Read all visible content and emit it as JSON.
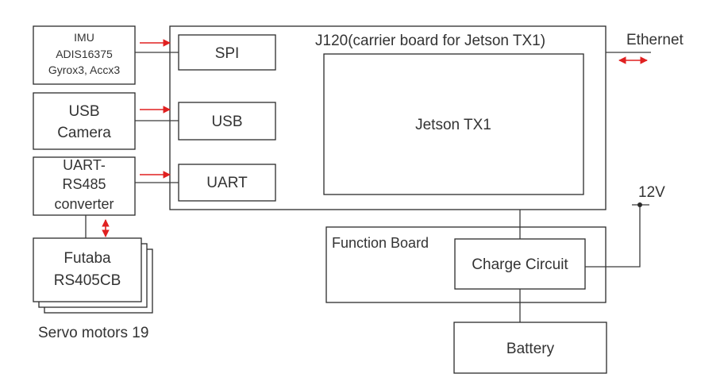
{
  "diagram": {
    "imu": {
      "line1": "IMU",
      "line2": "ADIS16375",
      "line3": "Gyrox3, Accx3"
    },
    "usb_camera": {
      "line1": "USB",
      "line2": "Camera"
    },
    "uart_converter": {
      "line1": "UART-",
      "line2": "RS485",
      "line3": "converter"
    },
    "servo": {
      "line1": "Futaba",
      "line2": "RS405CB",
      "caption": "Servo motors 19"
    },
    "carrier": {
      "title": "J120(carrier board for Jetson TX1)"
    },
    "ports": {
      "spi": "SPI",
      "usb": "USB",
      "uart": "UART"
    },
    "jetson": {
      "label": "Jetson TX1"
    },
    "ethernet": {
      "label": "Ethernet"
    },
    "function_board": {
      "label": "Function Board"
    },
    "charge_circuit": {
      "label": "Charge Circuit"
    },
    "power": {
      "label": "12V"
    },
    "battery": {
      "label": "Battery"
    },
    "colors": {
      "arrow": "#e02020",
      "line": "#2b2b2b"
    }
  }
}
